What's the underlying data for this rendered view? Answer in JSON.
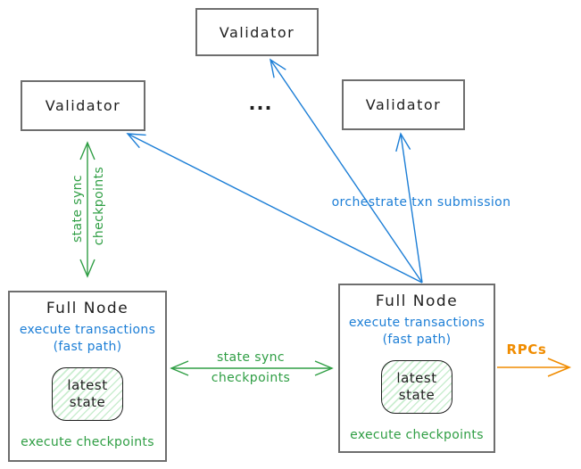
{
  "diagram": {
    "validators": {
      "top": "Validator",
      "left": "Validator",
      "right": "Validator"
    },
    "ellipsis": "...",
    "edges": {
      "orchestrate_label": "orchestrate txn submission",
      "validator_sync": {
        "line1": "state sync",
        "line2": "checkpoints"
      },
      "fullnode_sync": {
        "line1": "state sync",
        "line2": "checkpoints"
      },
      "rpcs_label": "RPCs"
    },
    "full_node_left": {
      "title": "Full Node",
      "exec_line1": "execute transactions",
      "exec_line2": "(fast path)",
      "state": {
        "line1": "latest",
        "line2": "state"
      },
      "footer": "execute checkpoints"
    },
    "full_node_right": {
      "title": "Full Node",
      "exec_line1": "execute transactions",
      "exec_line2": "(fast path)",
      "state": {
        "line1": "latest",
        "line2": "state"
      },
      "footer": "execute checkpoints"
    },
    "colors": {
      "blue_edge": "#1c7ed6",
      "green_edge": "#2f9e44",
      "orange_edge": "#f08c00",
      "box_border": "#6e6e6e",
      "text": "#1e1e1e",
      "state_hachure": "#b2e6c0"
    }
  }
}
